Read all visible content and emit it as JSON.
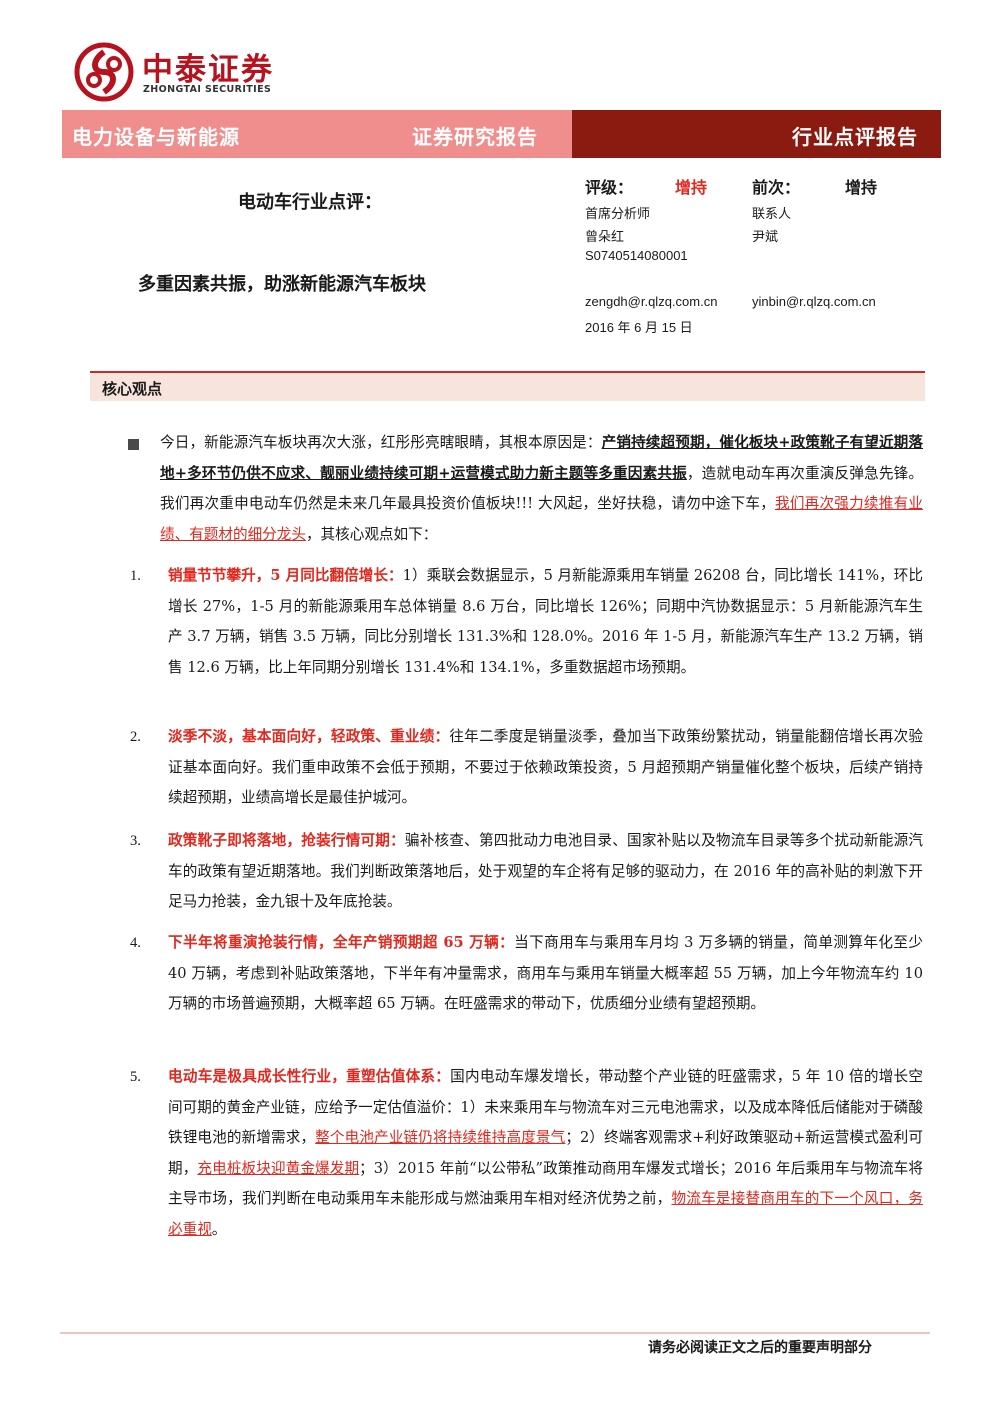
{
  "logo": {
    "cn": "中泰证券",
    "en": "ZHONGTAI SECURITIES",
    "brand_color": "#b7131f"
  },
  "banner": {
    "industry": "电力设备与新能源",
    "type": "证券研究报告",
    "category": "行业点评报告",
    "left_color": "#f08e8e",
    "right_color": "#8b1a10"
  },
  "title": {
    "line1": "电动车行业点评：",
    "line2": "多重因素共振，助涨新能源汽车板块"
  },
  "rating": {
    "label": "评级：",
    "value": "增持",
    "prev_label": "前次：",
    "prev_value": "增持"
  },
  "analyst": {
    "role": "首席分析师",
    "name": "曾朵红",
    "license": "S0740514080001",
    "email": "zengdh@r.qlzq.com.cn"
  },
  "contact": {
    "role": "联系人",
    "name": "尹斌",
    "email": "yinbin@r.qlzq.com.cn"
  },
  "date": "2016 年 6 月 15 日",
  "section": {
    "title": "核心观点"
  },
  "intro": {
    "a": "今日，新能源汽车板块再次大涨，红彤彤亮瞎眼睛，其根本原因是：",
    "b": "产销持续超预期，催化板块+政策靴子有望近期落地+多环节仍供不应求、靓丽业绩持续可期+运营模式助力新主题等多重因素共振",
    "c": "，造就电动车再次重演反弹急先锋。我们再次重申电动车仍然是未来几年最具投资价值板块!!! 大风起，坐好扶稳，请勿中途下车，",
    "d": "我们再次强力续推有业绩、有题材的细分龙头",
    "e": "，其核心观点如下："
  },
  "points": [
    {
      "num": "1.",
      "head": "销量节节攀升，5 月同比翻倍增长：",
      "text": "1）乘联会数据显示，5 月新能源乘用车销量 26208 台，同比增长 141%，环比增长 27%，1-5 月的新能源乘用车总体销量 8.6 万台，同比增长 126%；同期中汽协数据显示：5 月新能源汽车生产 3.7 万辆，销售 3.5 万辆，同比分别增长 131.3%和 128.0%。2016 年 1-5 月，新能源汽车生产 13.2 万辆，销售 12.6 万辆，比上年同期分别增长 131.4%和 134.1%，多重数据超市场预期。"
    },
    {
      "num": "2.",
      "head": "淡季不淡，基本面向好，轻政策、重业绩：",
      "text": "往年二季度是销量淡季，叠加当下政策纷繁扰动，销量能翻倍增长再次验证基本面向好。我们重申政策不会低于预期，不要过于依赖政策投资，5 月超预期产销量催化整个板块，后续产销持续超预期，业绩高增长是最佳护城河。"
    },
    {
      "num": "3.",
      "head": "政策靴子即将落地，抢装行情可期：",
      "text": "骗补核查、第四批动力电池目录、国家补贴以及物流车目录等多个扰动新能源汽车的政策有望近期落地。我们判断政策落地后，处于观望的车企将有足够的驱动力，在 2016 年的高补贴的刺激下开足马力抢装，金九银十及年底抢装。"
    },
    {
      "num": "4.",
      "head": "下半年将重演抢装行情，全年产销预期超 65 万辆：",
      "text": "当下商用车与乘用车月均 3 万多辆的销量，简单测算年化至少 40 万辆，考虑到补贴政策落地，下半年有冲量需求，商用车与乘用车销量大概率超 55 万辆，加上今年物流车约 10 万辆的市场普遍预期，大概率超 65 万辆。在旺盛需求的带动下，优质细分业绩有望超预期。"
    },
    {
      "num": "5.",
      "head": "电动车是极具成长性行业，重塑估值体系：",
      "t1": "国内电动车爆发增长，带动整个产业链的旺盛需求，5 年 10 倍的增长空间可期的黄金产业链，应给予一定估值溢价：1）未来乘用车与物流车对三元电池需求，以及成本降低后储能对于磷酸铁锂电池的新增需求，",
      "u1": "整个电池产业链仍将持续维持高度景气",
      "t2": "；2）终端客观需求+利好政策驱动+新运营模式盈利可期，",
      "u2": "充电桩板块迎黄金爆发期",
      "t3": "；3）2015 年前“以公带私”政策推动商用车爆发式增长；2016 年后乘用车与物流车将主导市场，我们判断在电动乘用车未能形成与燃油乘用车相对经济优势之前，",
      "u3": "物流车是接替商用车的下一个风口，务必重视",
      "t4": "。"
    }
  ],
  "footer": "请务必阅读正文之后的重要声明部分"
}
